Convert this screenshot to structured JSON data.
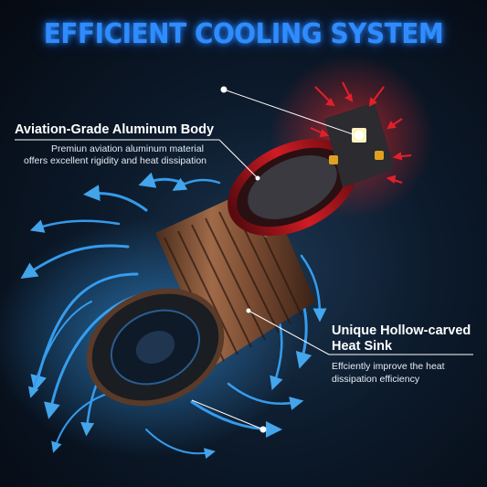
{
  "header": {
    "title": "EFFICIENT COOLING SYSTEM"
  },
  "callouts": {
    "body": {
      "title": "Aviation-Grade Aluminum Body",
      "desc_line1": "Premiun aviation aluminum material",
      "desc_line2": "offers excellent rigidity and heat dissipation"
    },
    "heatsink": {
      "title_line1": "Unique Hollow-carved",
      "title_line2": "Heat Sink",
      "desc_line1": "Effciently improve the heat",
      "desc_line2": "dissipation efficiency"
    }
  },
  "colors": {
    "title_blue": "#2f8cff",
    "airflow_blue": "#3aa8ff",
    "heat_red": "#e0202a",
    "copper": "#8a5a3c",
    "background": "#0c1a2b"
  },
  "icons": [
    "airflow-arrow-icon",
    "heat-arrow-icon"
  ]
}
